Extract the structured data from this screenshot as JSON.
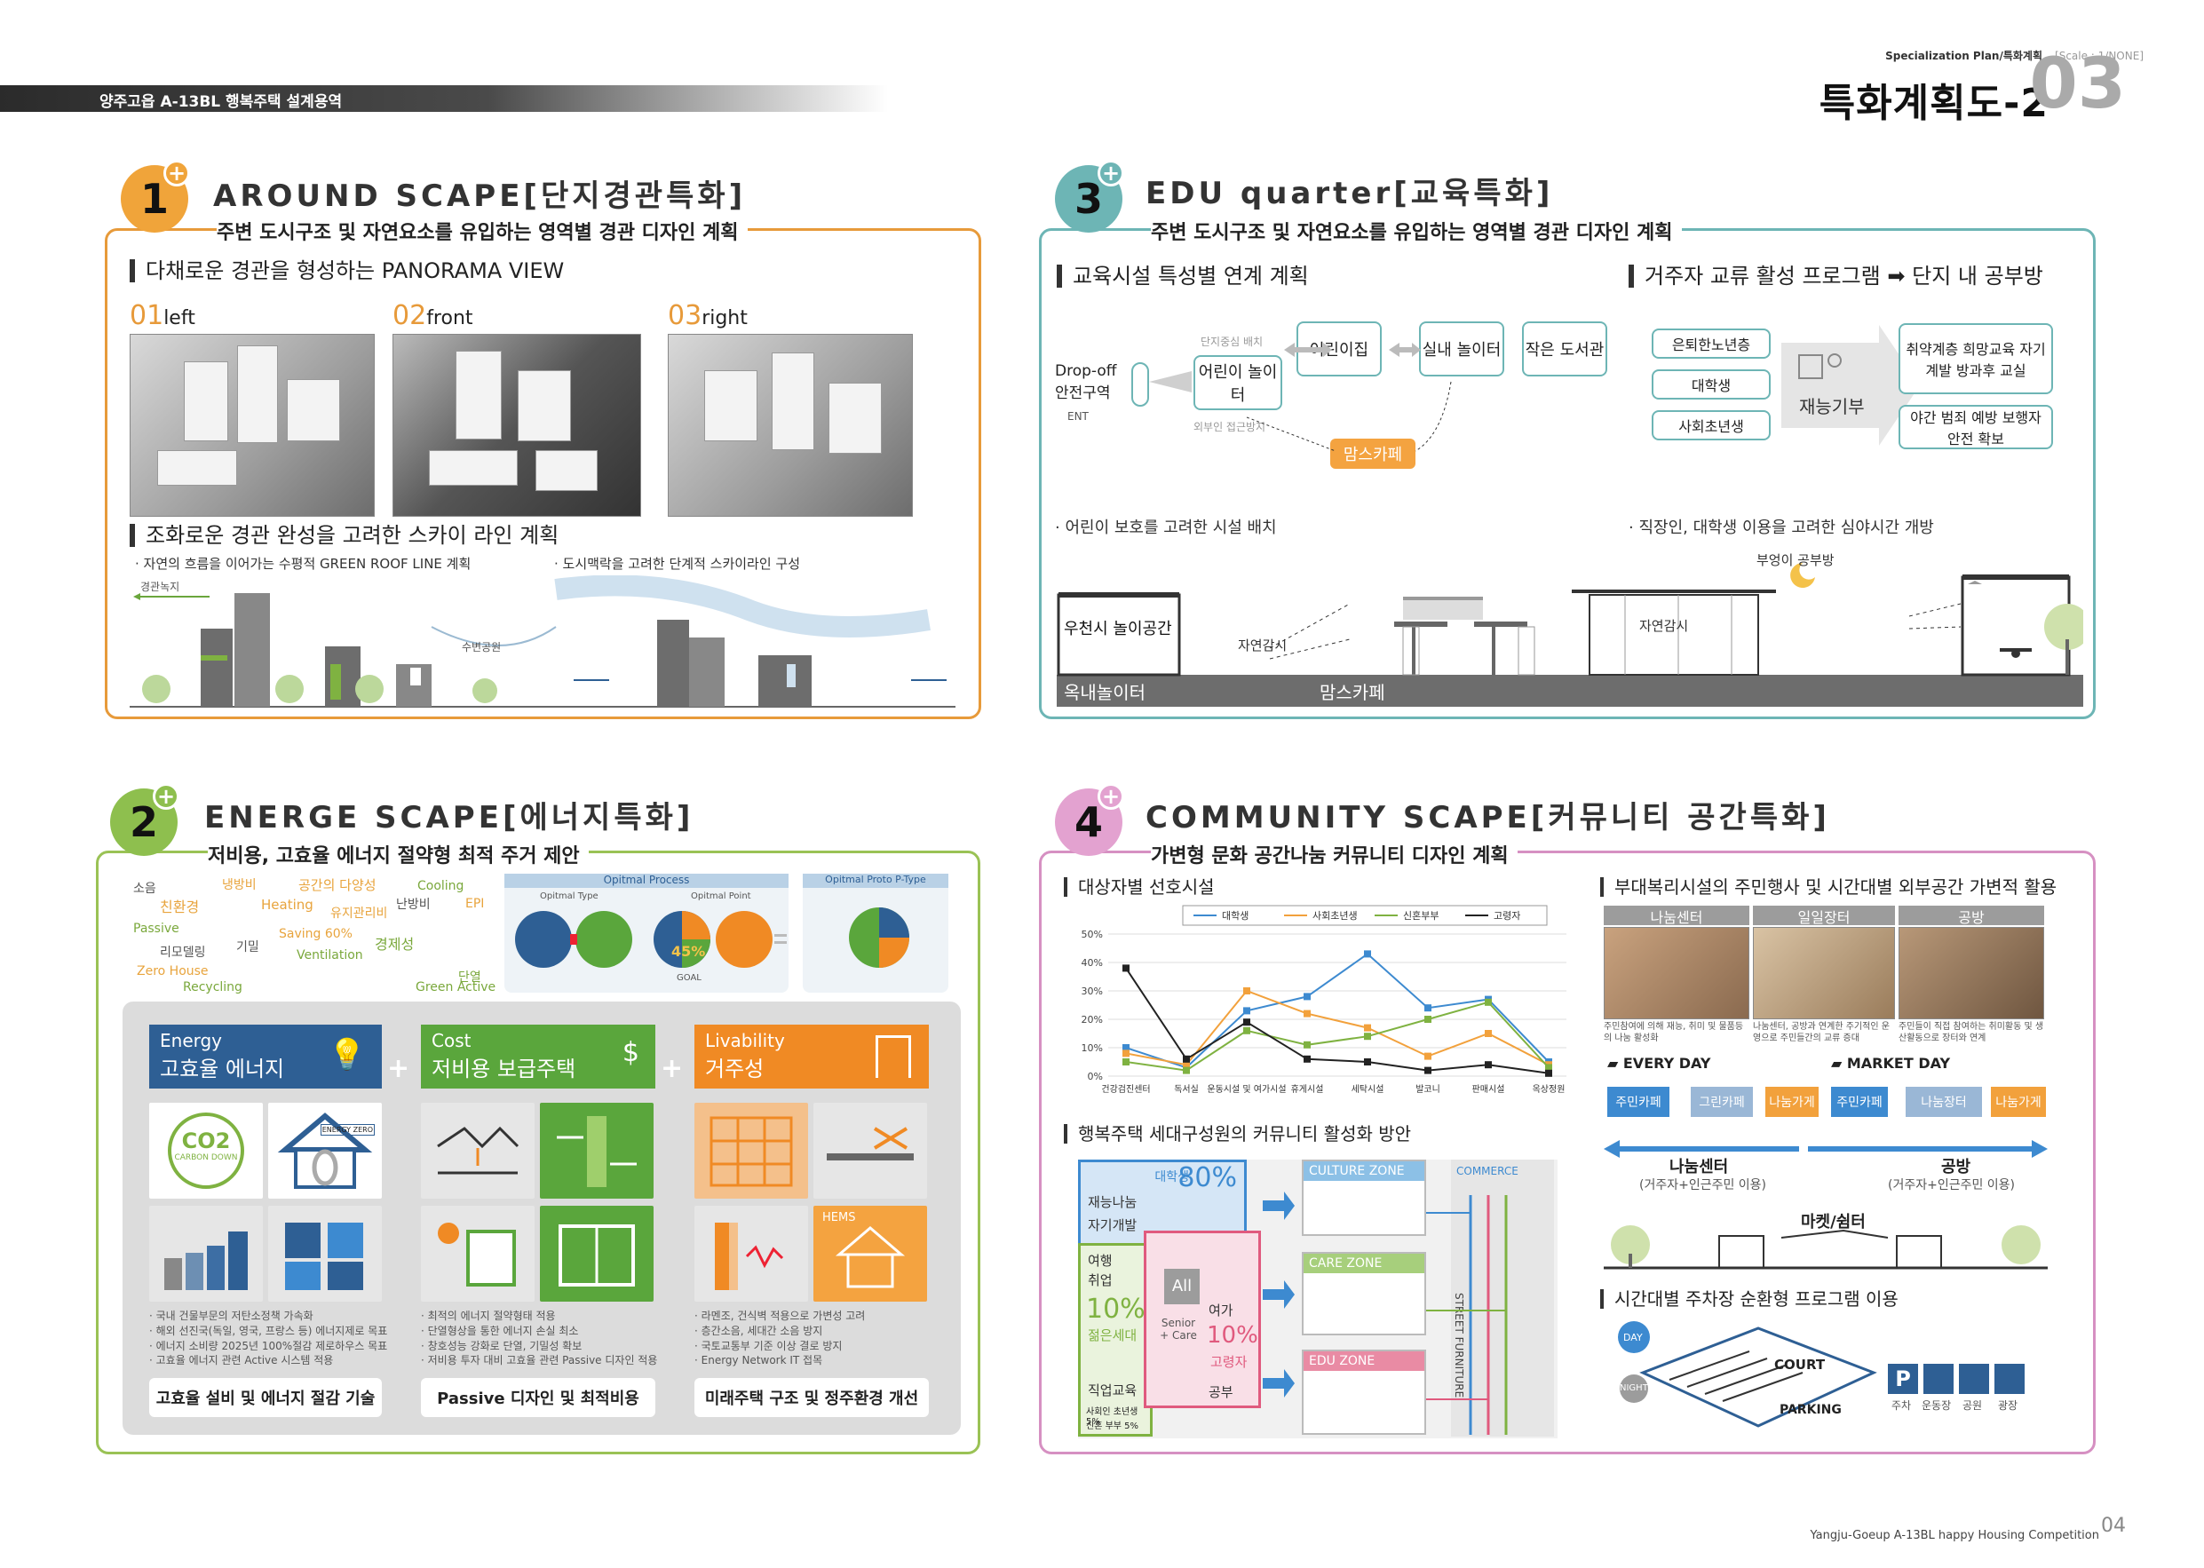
{
  "header": {
    "project": "양주고읍 A-13BL 행복주택 설계용역",
    "top_label": "Specialization Plan/특화계획",
    "scale": "[Scale : 1/NONE]",
    "title": "특화계획도-2",
    "sheet_no": "03"
  },
  "around": {
    "badge": "1",
    "title": "AROUND SCAPE[단지경관특화]",
    "subtitle": "주변 도시구조 및 자연요소를 유입하는 영역별 경관 디자인 계획",
    "h1": "다채로운 경관을 형성하는 PANORAMA VIEW",
    "views": [
      {
        "num": "01",
        "label": "left"
      },
      {
        "num": "02",
        "label": "front"
      },
      {
        "num": "03",
        "label": "right"
      }
    ],
    "h2": "조화로운 경관 완성을 고려한 스카이 라인 계획",
    "note1": "· 자연의 흐름을 이어가는 수평적 GREEN ROOF LINE 계획",
    "note2": "· 도시맥락을 고려한 단계적 스카이라인 구성",
    "lbl_green": "경관녹지",
    "lbl_park": "수변공원"
  },
  "edu": {
    "badge": "3",
    "title": "EDU quarter[교육특화]",
    "subtitle": "주변 도시구조 및 자연요소를 유입하는 영역별 경관 디자인 계획",
    "h1": "교육시설 특성별 연계 계획",
    "h2": "거주자 교류 활성 프로그램 ➡ 단지 내 공부방",
    "dropoff": "Drop-off 안전구역",
    "ent": "ENT",
    "lbl_center": "단지중심 배치",
    "box_play": "어린이 놀이터",
    "box_daycare": "어린이집",
    "box_indoor": "실내 놀이터",
    "box_library": "작은 도서관",
    "lbl_block": "외부인 접근방지",
    "box_mom": "맘스카페",
    "groups": [
      "은퇴한노년층",
      "대학생",
      "사회초년생"
    ],
    "donate": "재능기부",
    "out1": "취약계층 희망교육 자기계발 방과후 교실",
    "out2": "야간 범죄 예방 보행자 안전 확보",
    "note1": "· 어린이 보호를 고려한 시설 배치",
    "note2": "· 직장인, 대학생 이용을 고려한 심야시간 개방",
    "lbl_rain": "우천시 놀이공간",
    "lbl_watch1": "자연감시",
    "lbl_outdoor": "옥내놀이터",
    "lbl_momcafe": "맘스카페",
    "lbl_watch2": "자연감시",
    "lbl_study": "부엉이 공부방"
  },
  "energy": {
    "badge": "2",
    "title": "ENERGE SCAPE[에너지특화]",
    "subtitle": "저비용, 고효율 에너지 절약형 최적 주거 제안",
    "words": [
      "소음",
      "냉방비",
      "공간의 다양성",
      "Cooling",
      "친환경",
      "Heating",
      "유지관리비",
      "난방비",
      "EPI",
      "Passive",
      "Saving 60%",
      "경제성",
      "리모델링",
      "기밀",
      "Ventilation",
      "단열",
      "Zero House",
      "Recycling",
      "Green Active"
    ],
    "process_title": "Opitmal Process",
    "proto_title": "Opitmal Proto P-Type",
    "opt_type": "Opitmal Type",
    "opt_point": "Opitmal Point",
    "pct": "45%",
    "goal": "GOAL",
    "cats": [
      {
        "en": "Energy",
        "ko": "고효율 에너지",
        "color": "#2e5f94"
      },
      {
        "en": "Cost",
        "ko": "저비용 보급주택",
        "color": "#5aa63c"
      },
      {
        "en": "Livability",
        "ko": "거주성",
        "color": "#f08a24"
      }
    ],
    "co2": "CO2",
    "co2_sub": "CARBON DOWN",
    "zero": "ENERGY ZERO",
    "hems": "HEMS",
    "notes": [
      [
        "· 국내 건물부문의 저탄소정책 가속화",
        "· 해외 선진국(독일, 영국, 프랑스 등) 에너지제로 목표",
        "· 에너지 소비량 2025년 100%절감 제로하우스 목표",
        "· 고효율 에너지 관련 Active 시스템 적용"
      ],
      [
        "· 최적의 에너지 절약형태 적용",
        "· 단열형상을 통한 에너지 손실 최소",
        "· 창호성능 강화로 단열, 기밀성 확보",
        "· 저비용 투자 대비 고효율 관련 Passive 디자인 적용"
      ],
      [
        "· 라멘조, 건식벽 적용으로 가변성 고려",
        "· 층간소음, 세대간 소음 방지",
        "· 국토교통부 기준 이상 결로 방지",
        "· Energy Network IT 접목"
      ]
    ],
    "footers": [
      "고효율 설비 및 에너지 절감 기술",
      "Passive 디자인 및 최적비용",
      "미래주택 구조 및 정주환경 개선"
    ]
  },
  "community": {
    "badge": "4",
    "title": "COMMUNITY SCAPE[커뮤니티 공간특화]",
    "subtitle": "가변형 문화 공간나눔 커뮤니티 디자인 계획",
    "h_chart": "대상자별 선호시설",
    "h_right": "부대복리시설의 주민행사 및 시간대별 외부공간 가변적 활용",
    "photos": [
      "나눔센터",
      "일일장터",
      "공방"
    ],
    "photo_caps": [
      "주민참여에 의해 재능, 취미 및 물품등의 나눔 활성화",
      "나눔센터, 공방과 연계한 주기적인 운영으로 주민들간의 교류 증대",
      "주민들이 직접 참여하는 취미활동 및 생산활동으로 장터와 연계"
    ],
    "every_day": "EVERY DAY",
    "market_day": "MARKET DAY",
    "chips": [
      "주민카페",
      "그린카페",
      "나눔가게",
      "주민카페",
      "나눔장터",
      "나눔가게"
    ],
    "share_center": "나눔센터",
    "share_sub": "(거주자+인근주민 이용)",
    "workshop": "공방",
    "workshop_sub": "(거주자+인근주민 이용)",
    "market_shelter": "마켓/쉼터",
    "h_act": "행복주택 세대구성원의 커뮤니티 활성화 방안",
    "student": "대학생",
    "student_pct": "80%",
    "talent": "재능나눔",
    "selfdev": "자기개발",
    "youth_pct": "10%",
    "youth": "젊은세대",
    "elder_pct": "10%",
    "elder": "고령자",
    "all": "All",
    "senior_care": "Senior + Care",
    "leisure": "여가",
    "hobby": "여행",
    "job": "취업",
    "edu_lbl": "직업교육",
    "study": "공부",
    "society": "사회인 초년생 5%",
    "newlywed": "신혼 부부 5%",
    "culture_zone": "CULTURE ZONE",
    "care_zone": "CARE ZONE",
    "edu_zone": "EDU ZONE",
    "commerce": "COMMERCE",
    "street": "STREET FURNITURE",
    "h_park": "시간대별 주차장 순환형 프로그램 이용",
    "day": "DAY",
    "night": "NIGHT",
    "court": "COURT",
    "parking": "PARKING",
    "park_icons": [
      "주차",
      "운동장",
      "공원",
      "광장"
    ]
  },
  "chart_data": {
    "type": "line",
    "title": "대상자별 선호시설",
    "categories": [
      "건강검진센터",
      "독서실",
      "운동시설 및 여가시설",
      "휴게시설",
      "세탁시설",
      "발코니",
      "판매시설",
      "옥상정원"
    ],
    "ylim": [
      0,
      50
    ],
    "yticks": [
      "0%",
      "10%",
      "20%",
      "30%",
      "40%",
      "50%"
    ],
    "series": [
      {
        "name": "대학생",
        "color": "#3d8ad0",
        "values": [
          10,
          3,
          23,
          28,
          43,
          24,
          27,
          5
        ]
      },
      {
        "name": "사회초년생",
        "color": "#f2a13c",
        "values": [
          8,
          4,
          30,
          22,
          17,
          7,
          15,
          4
        ]
      },
      {
        "name": "신혼부부",
        "color": "#7fb241",
        "values": [
          5,
          2,
          16,
          11,
          14,
          20,
          26,
          3
        ]
      },
      {
        "name": "고령자",
        "color": "#222222",
        "values": [
          38,
          6,
          19,
          6,
          5,
          2,
          4,
          1
        ]
      }
    ],
    "grid": true,
    "legend": "top"
  },
  "footer": {
    "text": "Yangju-Goeup A-13BL happy Housing Competition",
    "page": "04"
  }
}
